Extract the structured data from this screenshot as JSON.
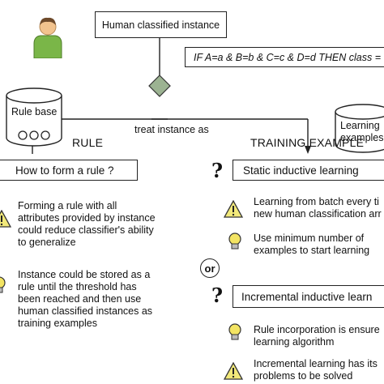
{
  "top": {
    "human_box": "Human classified instance",
    "formula": "IF A=a & B=b & C=c & D=d THEN class =",
    "decision_label": "treat instance as",
    "rule_base": "Rule base",
    "learning_examples_line1": "Learning",
    "learning_examples_line2": "examples"
  },
  "rule": {
    "heading": "RULE",
    "question_box": "How to form a rule ?",
    "warning_lines": [
      "Forming a rule with all",
      "attributes provided by instance",
      "could reduce classifier's ability",
      "to generalize"
    ],
    "idea_lines": [
      "Instance could be stored as a",
      "rule until the threshold has",
      "been reached and then use",
      "human classified instances as",
      "training examples"
    ]
  },
  "training": {
    "heading": "TRAINING EXAMPLE",
    "static_box": "Static inductive learning",
    "static_warning_lines": [
      "Learning from batch every ti",
      "new human classification arr"
    ],
    "static_idea_lines": [
      "Use minimum number of",
      "examples to start learning"
    ],
    "or_label": "or",
    "incremental_box": "Incremental inductive learn",
    "incremental_idea_lines": [
      "Rule incorporation is ensure",
      "learning algorithm"
    ],
    "incremental_warning_lines": [
      "Incremental learning has its",
      "problems to be solved"
    ]
  },
  "colors": {
    "diamond": "#9cb392",
    "person_body": "#7ab648",
    "person_head": "#f2c38e",
    "bulb": "#f3e463",
    "warning_fill": "#f2e97a"
  }
}
